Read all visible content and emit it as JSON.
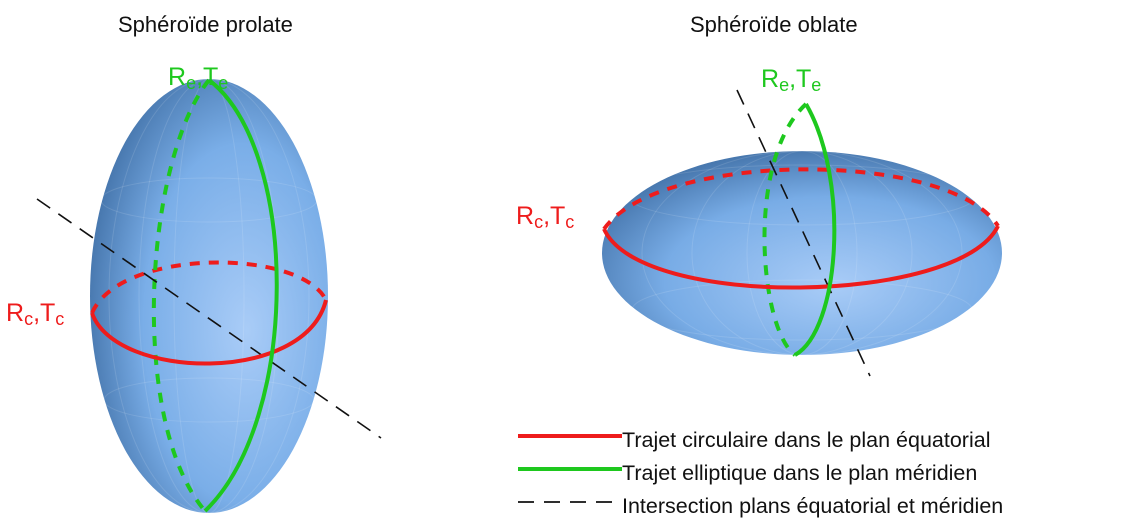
{
  "titles": {
    "prolate": "Sphéroïde prolate",
    "oblate": "Sphéroïde oblate"
  },
  "prolate": {
    "equator_label": {
      "main": "R",
      "sub1": "c",
      "sep": ",T",
      "sub2": "c"
    },
    "meridian_label": {
      "main": "R",
      "sub1": "e",
      "sep": ",T",
      "sub2": "e"
    }
  },
  "oblate": {
    "equator_label": {
      "main": "R",
      "sub1": "c",
      "sep": ",T",
      "sub2": "c"
    },
    "meridian_label": {
      "main": "R",
      "sub1": "e",
      "sep": ",T",
      "sub2": "e"
    }
  },
  "legend": [
    {
      "text": "Trajet circulaire dans le plan équatorial",
      "style": "solid-red"
    },
    {
      "text": "Trajet elliptique dans le plan méridien",
      "style": "solid-green"
    },
    {
      "text": "Intersection plans équatorial et méridien",
      "style": "dashed-black"
    }
  ],
  "colors": {
    "equatorial_path": "#ee1c1c",
    "meridian_path": "#1ec81e",
    "intersection_line": "#111111",
    "spheroid_light": "#a9ccf7",
    "spheroid_mid": "#7aaee8",
    "spheroid_dark": "#2f5d92"
  }
}
